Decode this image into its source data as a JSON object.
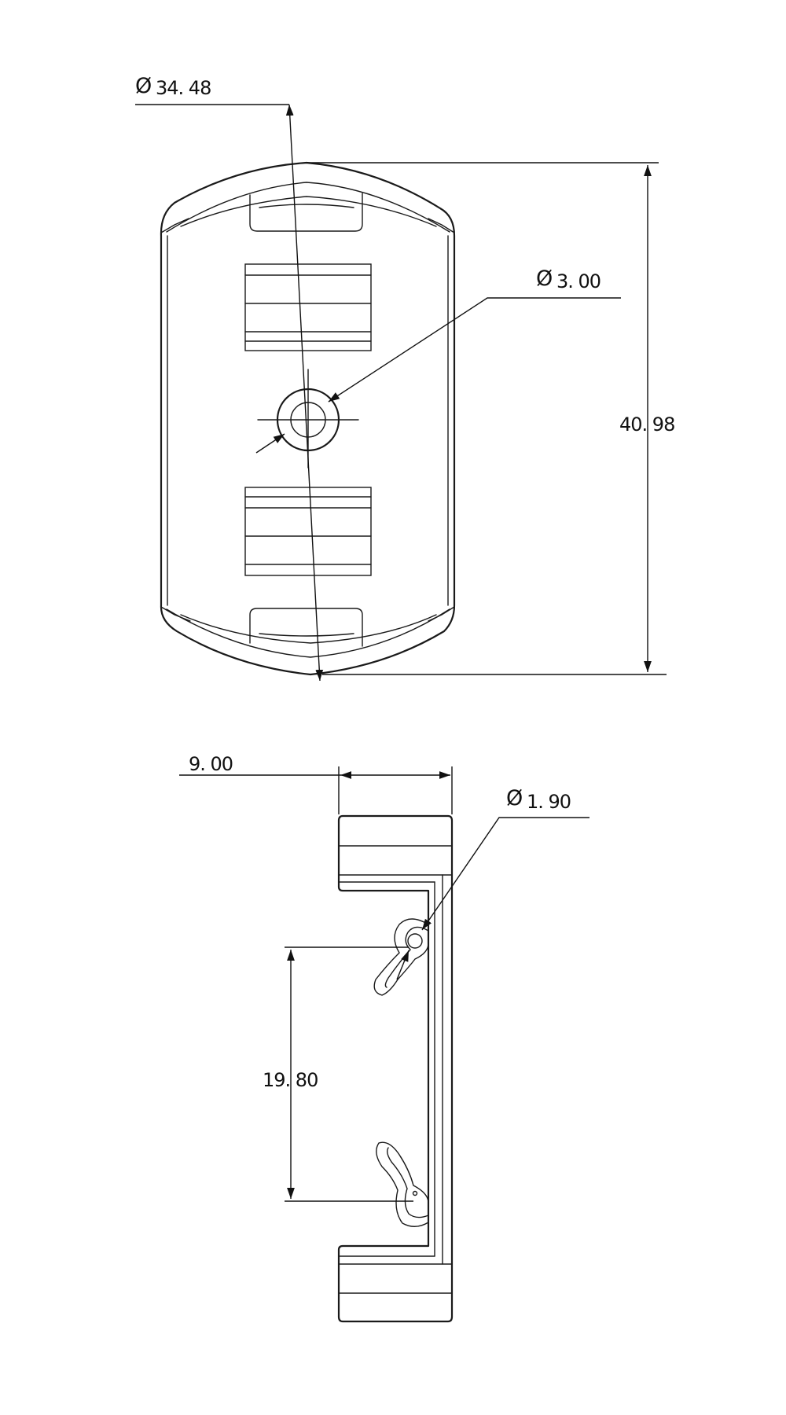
{
  "front_view": {
    "diameter_outer": {
      "symbol": "Ø",
      "value": "34. 48"
    },
    "diameter_center_hole": {
      "symbol": "Ø",
      "value": "3. 00"
    },
    "height": {
      "value": "40. 98"
    }
  },
  "side_view": {
    "depth": {
      "value": "9. 00"
    },
    "diameter_pin": {
      "symbol": "Ø",
      "value": "1. 90"
    },
    "pin_spacing": {
      "value": "19. 80"
    }
  }
}
